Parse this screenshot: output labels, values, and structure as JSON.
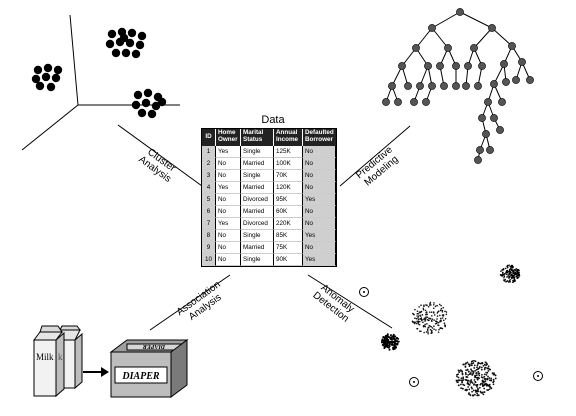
{
  "data_table": {
    "title": "Data",
    "headers": [
      "ID",
      "Home\nOwner",
      "Marital\nStatus",
      "Annual\nIncome",
      "Defaulted\nBorrower"
    ],
    "rows": [
      [
        "1",
        "Yes",
        "Single",
        "125K",
        "No"
      ],
      [
        "2",
        "No",
        "Married",
        "100K",
        "No"
      ],
      [
        "3",
        "No",
        "Single",
        "70K",
        "No"
      ],
      [
        "4",
        "Yes",
        "Married",
        "120K",
        "No"
      ],
      [
        "5",
        "No",
        "Divorced",
        "95K",
        "Yes"
      ],
      [
        "6",
        "No",
        "Married",
        "60K",
        "No"
      ],
      [
        "7",
        "Yes",
        "Divorced",
        "220K",
        "No"
      ],
      [
        "8",
        "No",
        "Single",
        "85K",
        "Yes"
      ],
      [
        "9",
        "No",
        "Married",
        "75K",
        "No"
      ],
      [
        "10",
        "No",
        "Single",
        "90K",
        "Yes"
      ]
    ]
  },
  "labels": {
    "cluster": [
      "Cluster",
      "Analysis"
    ],
    "predictive": [
      "Predictive",
      "Modeling"
    ],
    "association": [
      "Association",
      "Analysis"
    ],
    "anomaly": [
      "Anomaly",
      "Detection"
    ]
  },
  "products": {
    "milk": "Milk",
    "diaper_front": "DIAPER",
    "diaper_top": "DIAPER"
  },
  "colors": {
    "ink": "#000000",
    "header_bg": "#222222",
    "shade": "#cfcfcf"
  }
}
